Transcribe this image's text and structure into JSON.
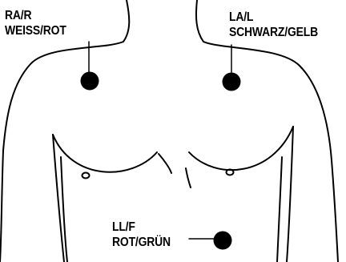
{
  "electrodes": {
    "ra": {
      "code": "RA/R",
      "color_name": "WEISS/ROT",
      "dot_color": "#000000"
    },
    "la": {
      "code": "LA/L",
      "color_name": "SCHWARZ/GELB",
      "dot_color": "#000000"
    },
    "ll": {
      "code": "LL/F",
      "color_name": "ROT/GRÜN",
      "dot_color": "#000000"
    }
  },
  "line_color": "#000000",
  "background_color": "#ffffff"
}
